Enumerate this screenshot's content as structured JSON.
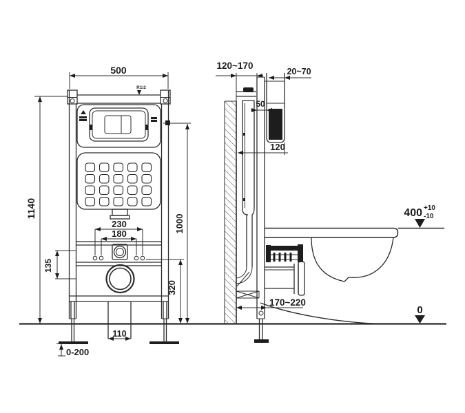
{
  "front_view": {
    "frame_width": "500",
    "frame_height": "1140",
    "flush_plate_height": "1000",
    "outlet_height": "320",
    "bracket_span": "135",
    "bolt_spacing_outer": "230",
    "bolt_spacing_inner": "180",
    "outlet_width": "110",
    "foot_adjustment": "0-200",
    "water_inlet": "R1/2"
  },
  "side_view": {
    "wall_offset_range": "120~170",
    "plate_depth_range": "20~70",
    "rail_depth": "50",
    "cistern_depth": "120",
    "seat_height": "400",
    "seat_height_tolerance_plus": "+10",
    "seat_height_tolerance_minus": "-10",
    "drain_distance_range": "170~220",
    "floor_level": "0"
  }
}
